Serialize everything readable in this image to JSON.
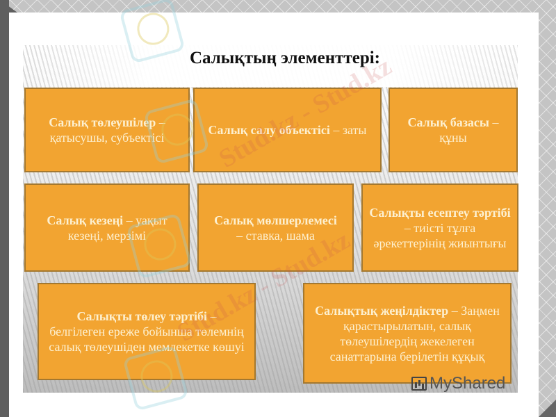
{
  "slide": {
    "title": "Салықтың элементтері:",
    "boxes": [
      {
        "bold": "Салық төлеушілер",
        "rest": " – қатысушы, субъектісі"
      },
      {
        "bold": "Салық салу объектісі",
        "rest": " – заты"
      },
      {
        "bold": "Салық базасы",
        "rest": " – құны"
      },
      {
        "bold": "Салық кезеңі",
        "rest": " – уақыт кезеңі, мерзімі"
      },
      {
        "bold": "Салық мөлшерлемесі",
        "rest": " – ставка, шама"
      },
      {
        "bold": "Салықты есептеу тәртібі",
        "rest": " – тиісті тұлға әрекеттерінің жиынтығы"
      },
      {
        "bold": "Салықты төлеу тәртібі",
        "rest": " – белгілеген ереже бойынша төлемнің салық төлеушіден мемлекетке көшуі"
      },
      {
        "bold": "Салықтық жеңілдіктер",
        "rest": " – Заңмен қарастырылатын, салық төлеушілердің жекелеген санаттарына берілетін құқық"
      }
    ],
    "colors": {
      "box_fill": "#f2a431",
      "box_border": "#a4782f",
      "box_text": "#fdf0d0"
    }
  },
  "watermark": {
    "text": "Stud.kz - Stud.kz",
    "brand": "MyShared"
  }
}
